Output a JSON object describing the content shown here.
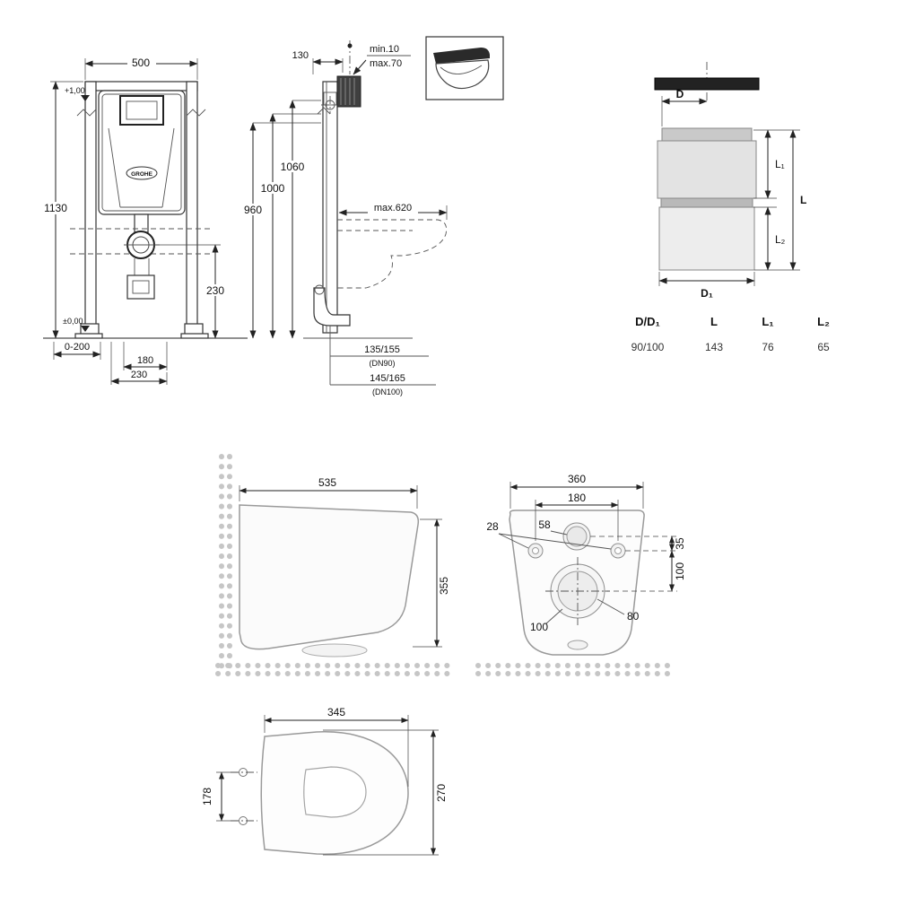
{
  "frame": {
    "brand": "GROHE",
    "width": "500",
    "height": "1130",
    "depth": "130",
    "h_1060": "1060",
    "h_1000": "1000",
    "h_960": "960",
    "h_230": "230",
    "w_180": "180",
    "w_230": "230",
    "range": "0-200",
    "min10": "min.10",
    "max70": "max.70",
    "max620": "max.620",
    "dn90_val": "135/155",
    "dn90": "(DN90)",
    "dn100_val": "145/165",
    "dn100": "(DN100)",
    "level_top": "+1,00",
    "level_floor": "±0,00"
  },
  "pipe": {
    "d": "D",
    "d1": "D₁",
    "l": "L",
    "l1": "L₁",
    "l2": "L₂",
    "headers": [
      "D/D₁",
      "L",
      "L₁",
      "L₂"
    ],
    "values": [
      "90/100",
      "143",
      "76",
      "65"
    ]
  },
  "bowl_side": {
    "width": "535",
    "height": "355"
  },
  "bowl_rear": {
    "width": "360",
    "holes": "180",
    "inlet": "58",
    "fixing": "28",
    "v35": "35",
    "v100": "100",
    "outlet_inner": "80",
    "outlet_outer": "100"
  },
  "seat": {
    "depth": "345",
    "hinge": "178",
    "width": "270"
  }
}
